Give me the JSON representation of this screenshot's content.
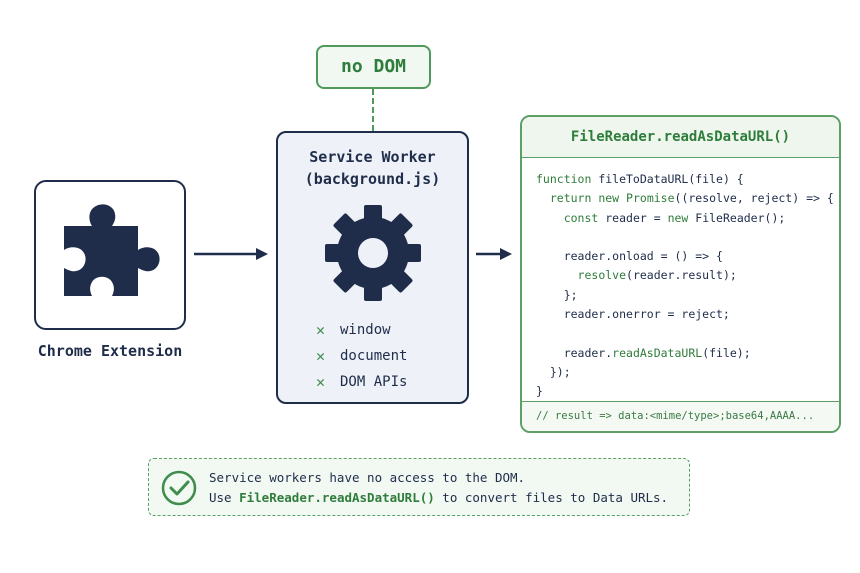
{
  "extension": {
    "label": "Chrome Extension",
    "icon": "puzzle-piece-icon"
  },
  "badge": {
    "label": "no DOM"
  },
  "service_worker": {
    "title_line1": "Service Worker",
    "title_line2": "(background.js)",
    "icon": "gear-icon",
    "unavailable": [
      "window",
      "document",
      "DOM APIs"
    ]
  },
  "code_panel": {
    "title": "FileReader.readAsDataURL()",
    "lines": [
      "function fileToDataURL(file) {",
      "  return new Promise((resolve, reject) => {",
      "    const reader = new FileReader();",
      "",
      "    reader.onload = () => {",
      "      resolve(reader.result);",
      "    };",
      "    reader.onerror = reject;",
      "",
      "    reader.readAsDataURL(file);",
      "  });",
      "}"
    ],
    "footer": "// result => data:<mime/type>;base64,AAAA..."
  },
  "note": {
    "line1": "Service workers have no access to the DOM.",
    "line2_prefix": "Use ",
    "line2_highlight": "FileReader.readAsDataURL()",
    "line2_suffix": " to convert files to Data URLs."
  },
  "colors": {
    "navy": "#1f2d4a",
    "green": "#2f7d3b",
    "green_border": "#5da066",
    "card_fill": "#eef2f8"
  }
}
